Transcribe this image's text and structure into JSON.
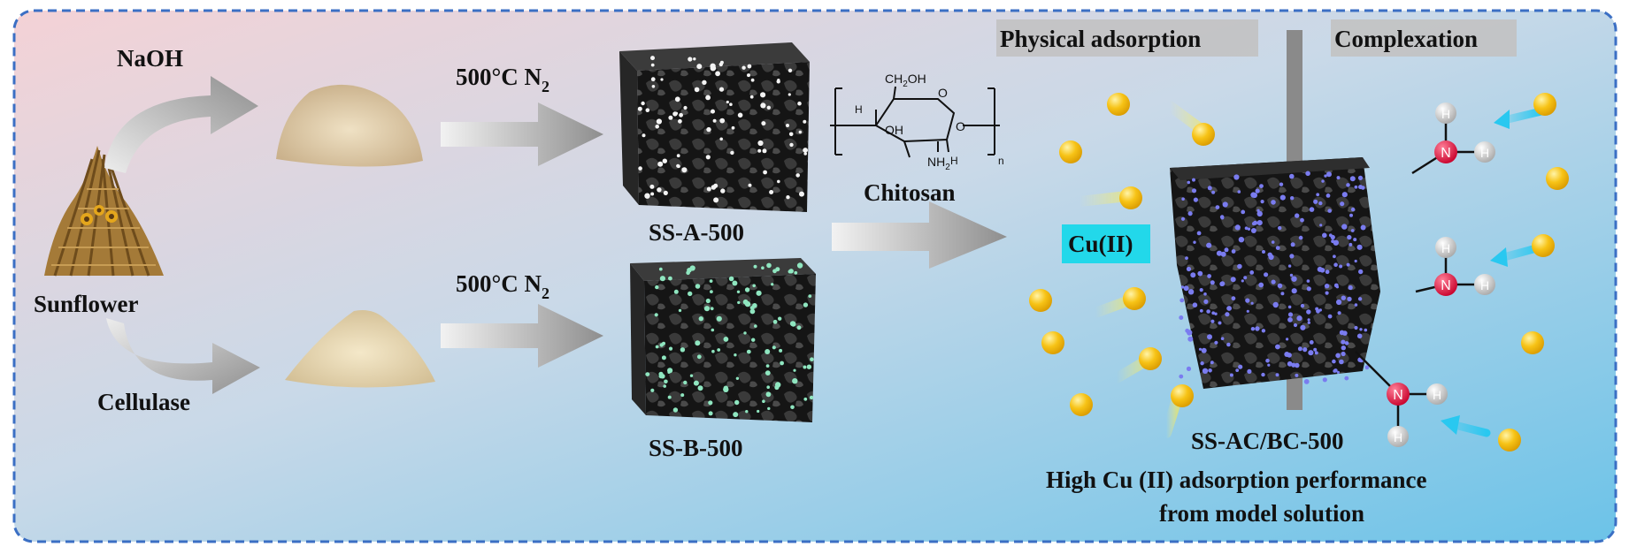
{
  "colors": {
    "panel_gradient_start": "#f4d2d6",
    "panel_gradient_mid": "#c9d9e8",
    "panel_gradient_end": "#6cc3e8",
    "panel_border": "#3b6fc4",
    "arrow_gray": "#9a9a9a",
    "cu_ion": "#f2b705",
    "cu_label_bg": "#22d8ea",
    "nitrogen": "#e3143c",
    "hydrogen": "#c8c8c8",
    "interaction_arrow": "#29c8f0",
    "divider": "#8a8a8a",
    "sorbent_dots": "#7a7cf0",
    "ssb_dots": "#8fe6c0",
    "ssa_dots": "#f3f3f3"
  },
  "labels": {
    "naoh": "NaOH",
    "cellulase": "Cellulase",
    "sunflower": "Sunflower",
    "heat_top": "500°C  N",
    "heat_top_sub": "2",
    "heat_bottom": "500°C  N",
    "heat_bottom_sub": "2",
    "ss_a": "SS-A-500",
    "ss_b": "SS-B-500",
    "chitosan": "Chitosan",
    "physical_adsorption": "Physical adsorption",
    "complexation": "Complexation",
    "cu_ion": "Cu(II)",
    "product": "SS-AC/BC-500",
    "performance_line1": "High Cu (II) adsorption performance",
    "performance_line2": "from model solution"
  },
  "chitosan_structure": {
    "ch2oh": "CH",
    "ch2oh_sub": "2",
    "ch2oh_tail": "OH",
    "oh": "OH",
    "nh2": "NH",
    "nh2_sub": "2",
    "ring_o": "O",
    "link_o": "O",
    "h": "H",
    "n": "n"
  },
  "amine_groups": [
    {
      "n": "N",
      "h_top": "H",
      "h_side": "H"
    },
    {
      "n": "N",
      "h_top": "H",
      "h_side": "H"
    },
    {
      "n": "N",
      "h_side": "H",
      "h_bottom": "H"
    }
  ]
}
